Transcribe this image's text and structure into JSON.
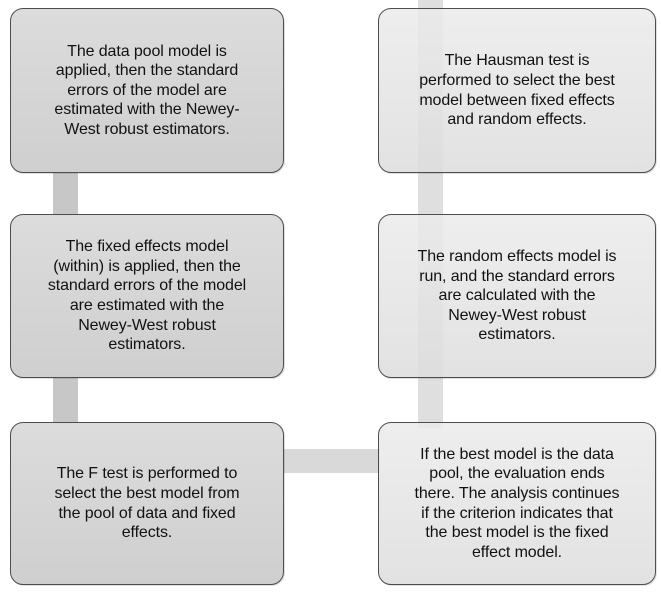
{
  "diagram": {
    "type": "flowchart",
    "boxes": [
      {
        "id": "data-pool-model",
        "column": "left",
        "row": 1,
        "text": "The data pool model is\napplied, then the standard\nerrors of the model are\nestimated with the Newey-\nWest robust estimators."
      },
      {
        "id": "fixed-effects-model",
        "column": "left",
        "row": 2,
        "text": "The fixed effects model\n(within) is applied, then the\nstandard errors of the model\nare estimated with the\nNewey-West robust\nestimators."
      },
      {
        "id": "f-test",
        "column": "left",
        "row": 3,
        "text": "The F test is performed to\nselect the best model from\nthe pool of data and fixed\neffects."
      },
      {
        "id": "hausman-test",
        "column": "right",
        "row": 1,
        "text": "The Hausman test is\nperformed to select the best\nmodel between fixed effects\nand random effects."
      },
      {
        "id": "random-effects-model",
        "column": "right",
        "row": 2,
        "text": "The random effects model is\nrun, and the standard errors\nare calculated with the\nNewey-West robust\nestimators."
      },
      {
        "id": "conclusion",
        "column": "right",
        "row": 3,
        "text": "If the best model is the data\npool, the evaluation ends\nthere. The analysis continues\nif the criterion indicates that\nthe best model is the fixed\neffect model."
      }
    ],
    "connectors": [
      {
        "from": "data-pool-model",
        "to": "fixed-effects-model",
        "type": "vertical"
      },
      {
        "from": "fixed-effects-model",
        "to": "f-test",
        "type": "vertical"
      },
      {
        "from": "canvas-top",
        "to": "hausman-test",
        "type": "vertical"
      },
      {
        "from": "hausman-test",
        "to": "random-effects-model",
        "type": "vertical"
      },
      {
        "from": "random-effects-model",
        "to": "conclusion",
        "type": "vertical"
      },
      {
        "from": "f-test",
        "to": "conclusion",
        "type": "horizontal"
      }
    ]
  },
  "colors": {
    "background": "#ffffff",
    "box_border": "#4d4d4d",
    "left_box_fill_top": "#dcdcdc",
    "left_box_fill_bottom": "#cfcfcf",
    "right_box_fill_top": "#ececec",
    "right_box_fill_bottom": "#e0e0e0",
    "connector_left": "#c7c7c7",
    "connector_right": "#dfdfdf",
    "connector_horizontal": "#d9d9d9",
    "text": "#111111"
  }
}
